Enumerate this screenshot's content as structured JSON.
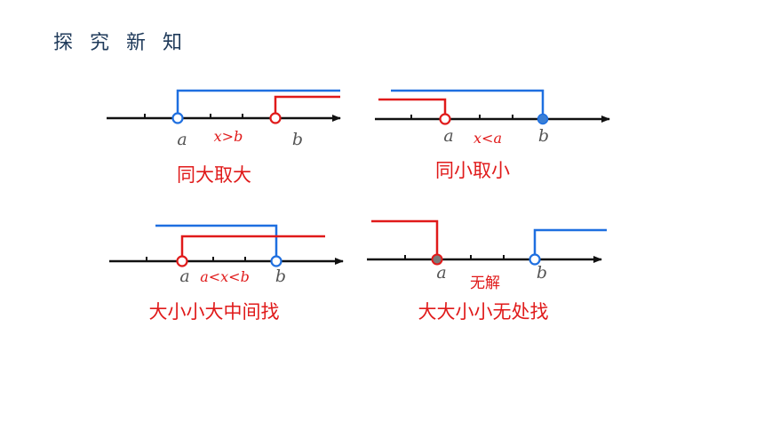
{
  "title": "探 究 新 知",
  "colors": {
    "blue": "#1e6fe0",
    "red": "#e01a1a",
    "axis": "#111111",
    "title": "#1f3a5a",
    "gray": "#555555"
  },
  "panels": [
    {
      "id": "p1",
      "label_a": "a",
      "label_b": "b",
      "condition": "x>b",
      "rule": "同大取大"
    },
    {
      "id": "p2",
      "label_a": "a",
      "label_b": "b",
      "condition": "x<a",
      "rule": "同小取小"
    },
    {
      "id": "p3",
      "label_a": "a",
      "label_b": "b",
      "condition": "a<x<b",
      "rule": "大小小大中间找"
    },
    {
      "id": "p4",
      "label_a": "a",
      "label_b": "b",
      "condition": "无解",
      "rule": "大大小小无处找"
    }
  ]
}
